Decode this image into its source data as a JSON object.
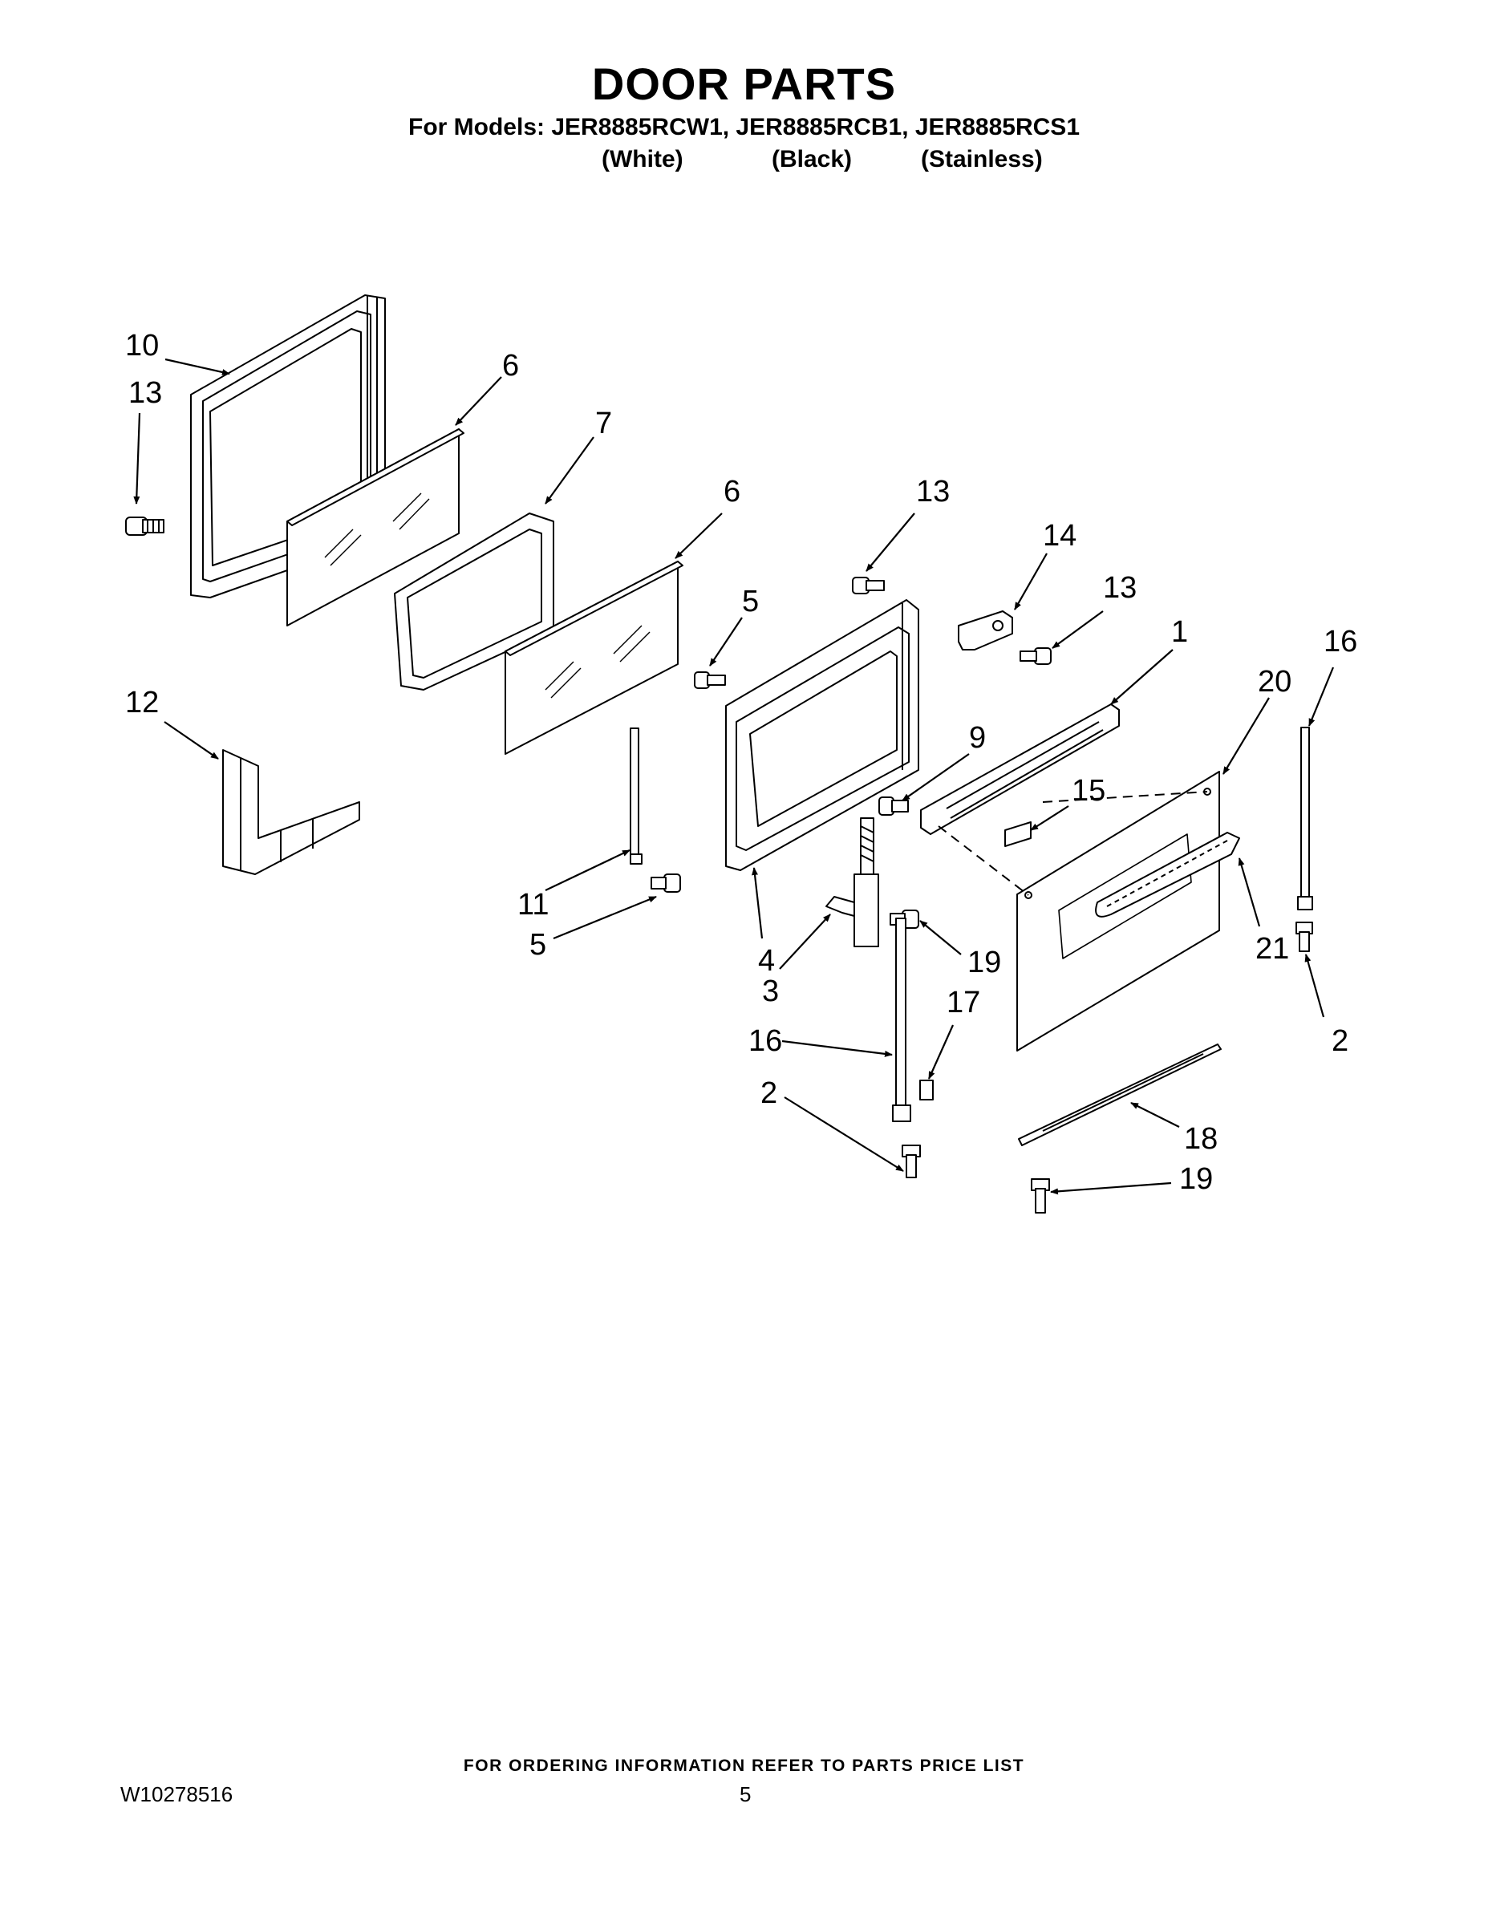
{
  "header": {
    "title": "DOOR PARTS",
    "models_line": "For Models: JER8885RCW1, JER8885RCB1, JER8885RCS1",
    "variants": [
      "(White)",
      "(Black)",
      "(Stainless)"
    ]
  },
  "callouts": {
    "c10": "10",
    "c13a": "13",
    "c6a": "6",
    "c7": "7",
    "c6b": "6",
    "c13b": "13",
    "c14": "14",
    "c13c": "13",
    "c5a": "5",
    "c1": "1",
    "c16a": "16",
    "c20": "20",
    "c12": "12",
    "c9": "9",
    "c15": "15",
    "c11": "11",
    "c5b": "5",
    "c4": "4",
    "c19a": "19",
    "c3": "3",
    "c21": "21",
    "c2a": "2",
    "c17": "17",
    "c16b": "16",
    "c2b": "2",
    "c18": "18",
    "c19b": "19"
  },
  "footer": {
    "ordering_note": "FOR ORDERING INFORMATION REFER TO PARTS PRICE LIST",
    "doc_number": "W10278516",
    "page_number": "5"
  }
}
